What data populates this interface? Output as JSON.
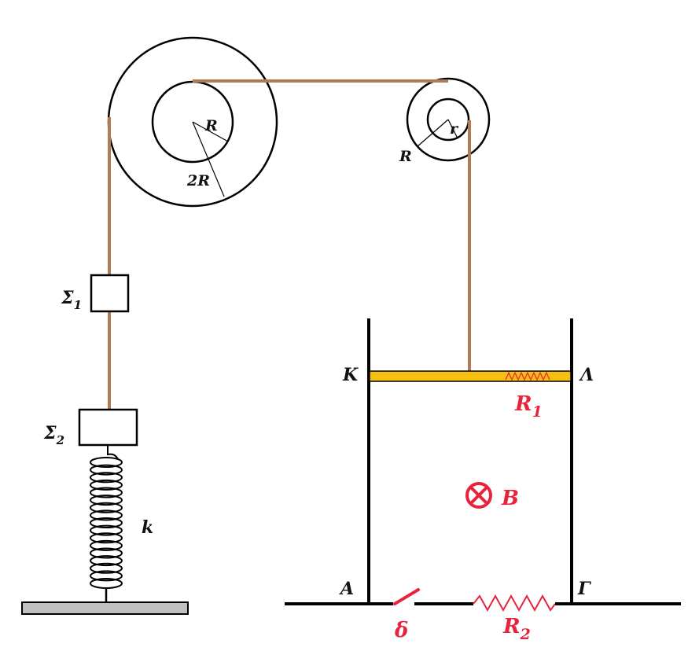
{
  "colors": {
    "rope": "#b07c55",
    "rod": "#f5c012",
    "red_labels": "#e8243c",
    "ground": "#c0c0c0",
    "lines": "#000000"
  },
  "pulley_left": {
    "inner_radius_label": "R",
    "outer_radius_label": "2R"
  },
  "pulley_right": {
    "inner_radius_label": "r",
    "outer_radius_label": "R"
  },
  "blocks": {
    "upper_label": "Σ",
    "upper_sub": "1",
    "lower_label": "Σ",
    "lower_sub": "2"
  },
  "spring": {
    "label": "k"
  },
  "circuit": {
    "corner_top_left": "Κ",
    "corner_top_right": "Λ",
    "corner_bottom_left": "Α",
    "corner_bottom_right": "Γ",
    "rod_resistance_label": "R",
    "rod_resistance_sub": "1",
    "field_label": "B",
    "switch_label": "δ",
    "resistor_label": "R",
    "resistor_sub": "2"
  }
}
